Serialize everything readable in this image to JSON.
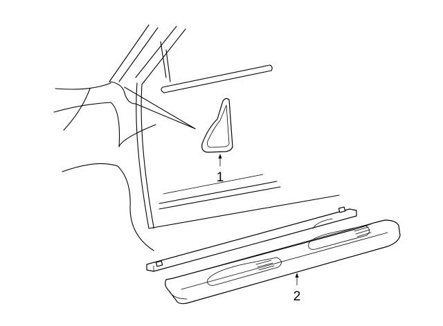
{
  "callouts": [
    {
      "id": "part-1",
      "label": "1"
    },
    {
      "id": "part-2",
      "label": "2"
    }
  ],
  "colors": {
    "ink": "#000000",
    "background": "#ffffff"
  }
}
